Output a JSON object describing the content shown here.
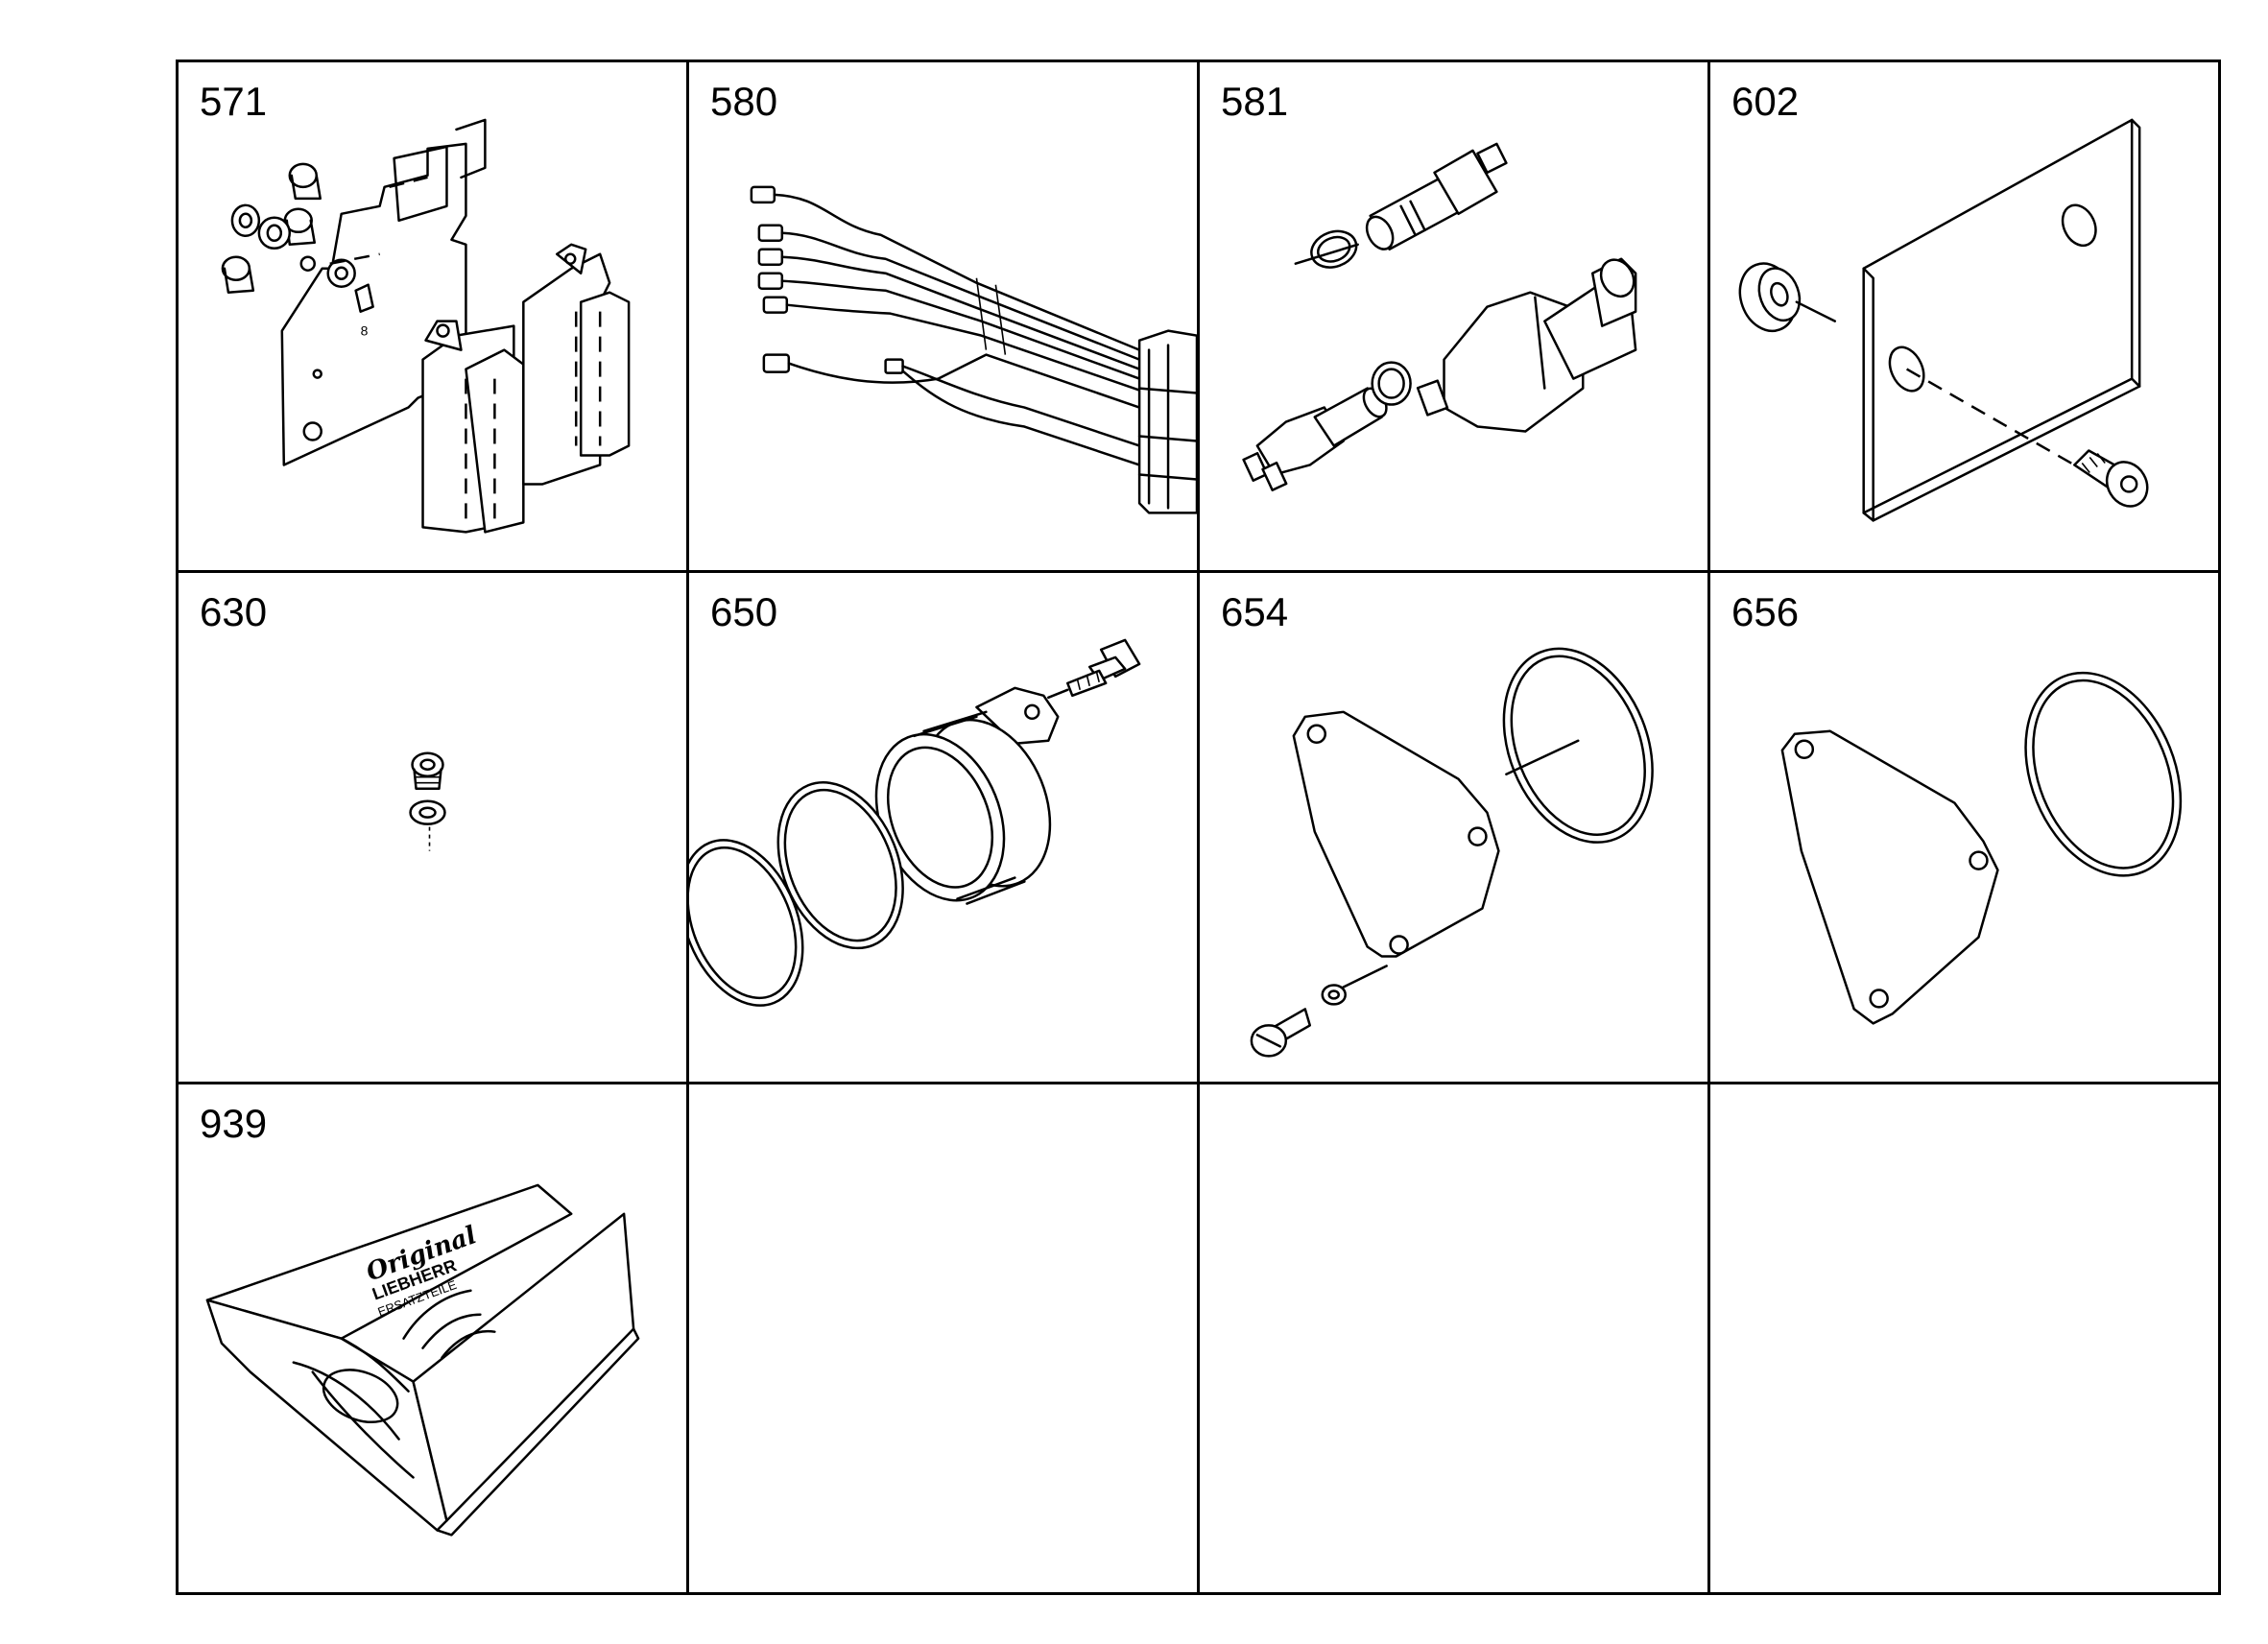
{
  "cells": [
    {
      "number": "571",
      "illustration": "electronic-control-unit-bracket-assembly-icon"
    },
    {
      "number": "580",
      "illustration": "wiring-harness-icon"
    },
    {
      "number": "581",
      "illustration": "pressure-and-temperature-sensors-icon"
    },
    {
      "number": "602",
      "illustration": "cover-plate-with-screw-icon"
    },
    {
      "number": "630",
      "illustration": "screw-plug-with-seal-ring-icon"
    },
    {
      "number": "650",
      "illustration": "flange-with-o-rings-icon"
    },
    {
      "number": "654",
      "illustration": "cover-with-gasket-and-bolt-icon"
    },
    {
      "number": "656",
      "illustration": "gasket-and-seal-ring-icon"
    },
    {
      "number": "939",
      "illustration": "seal-kit-package-icon"
    },
    {
      "number": "",
      "illustration": ""
    },
    {
      "number": "",
      "illustration": ""
    },
    {
      "number": "",
      "illustration": ""
    }
  ],
  "part_labels": {
    "screw_marker": "8"
  },
  "package_text": {
    "brand_script": "Original",
    "brand_block": "LIEBHERR",
    "subtitle": "ERSATZTEILE"
  }
}
